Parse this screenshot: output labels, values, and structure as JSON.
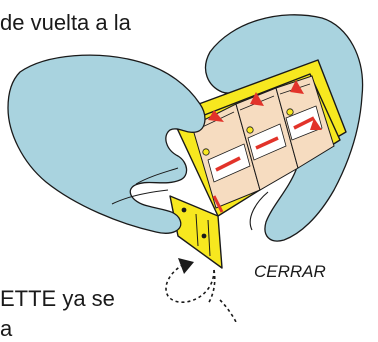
{
  "instruction": {
    "top_line": "de vuelta a la",
    "bottom_line": "ETTE ya se",
    "bottom_line_2": "a"
  },
  "action": {
    "label": "CERRAR"
  },
  "colors": {
    "glove": "#a9d3df",
    "cassette": "#f7e81f",
    "outline": "#1a1a1a",
    "tube_accent": "#e2332a",
    "tube_body": "#f6dcc0"
  },
  "icons": {
    "hand_left": "gloved-hand-icon",
    "hand_right": "gloved-hand-icon",
    "cassette": "cassette-icon",
    "rotation_arrow": "rotate-arrow-icon"
  }
}
